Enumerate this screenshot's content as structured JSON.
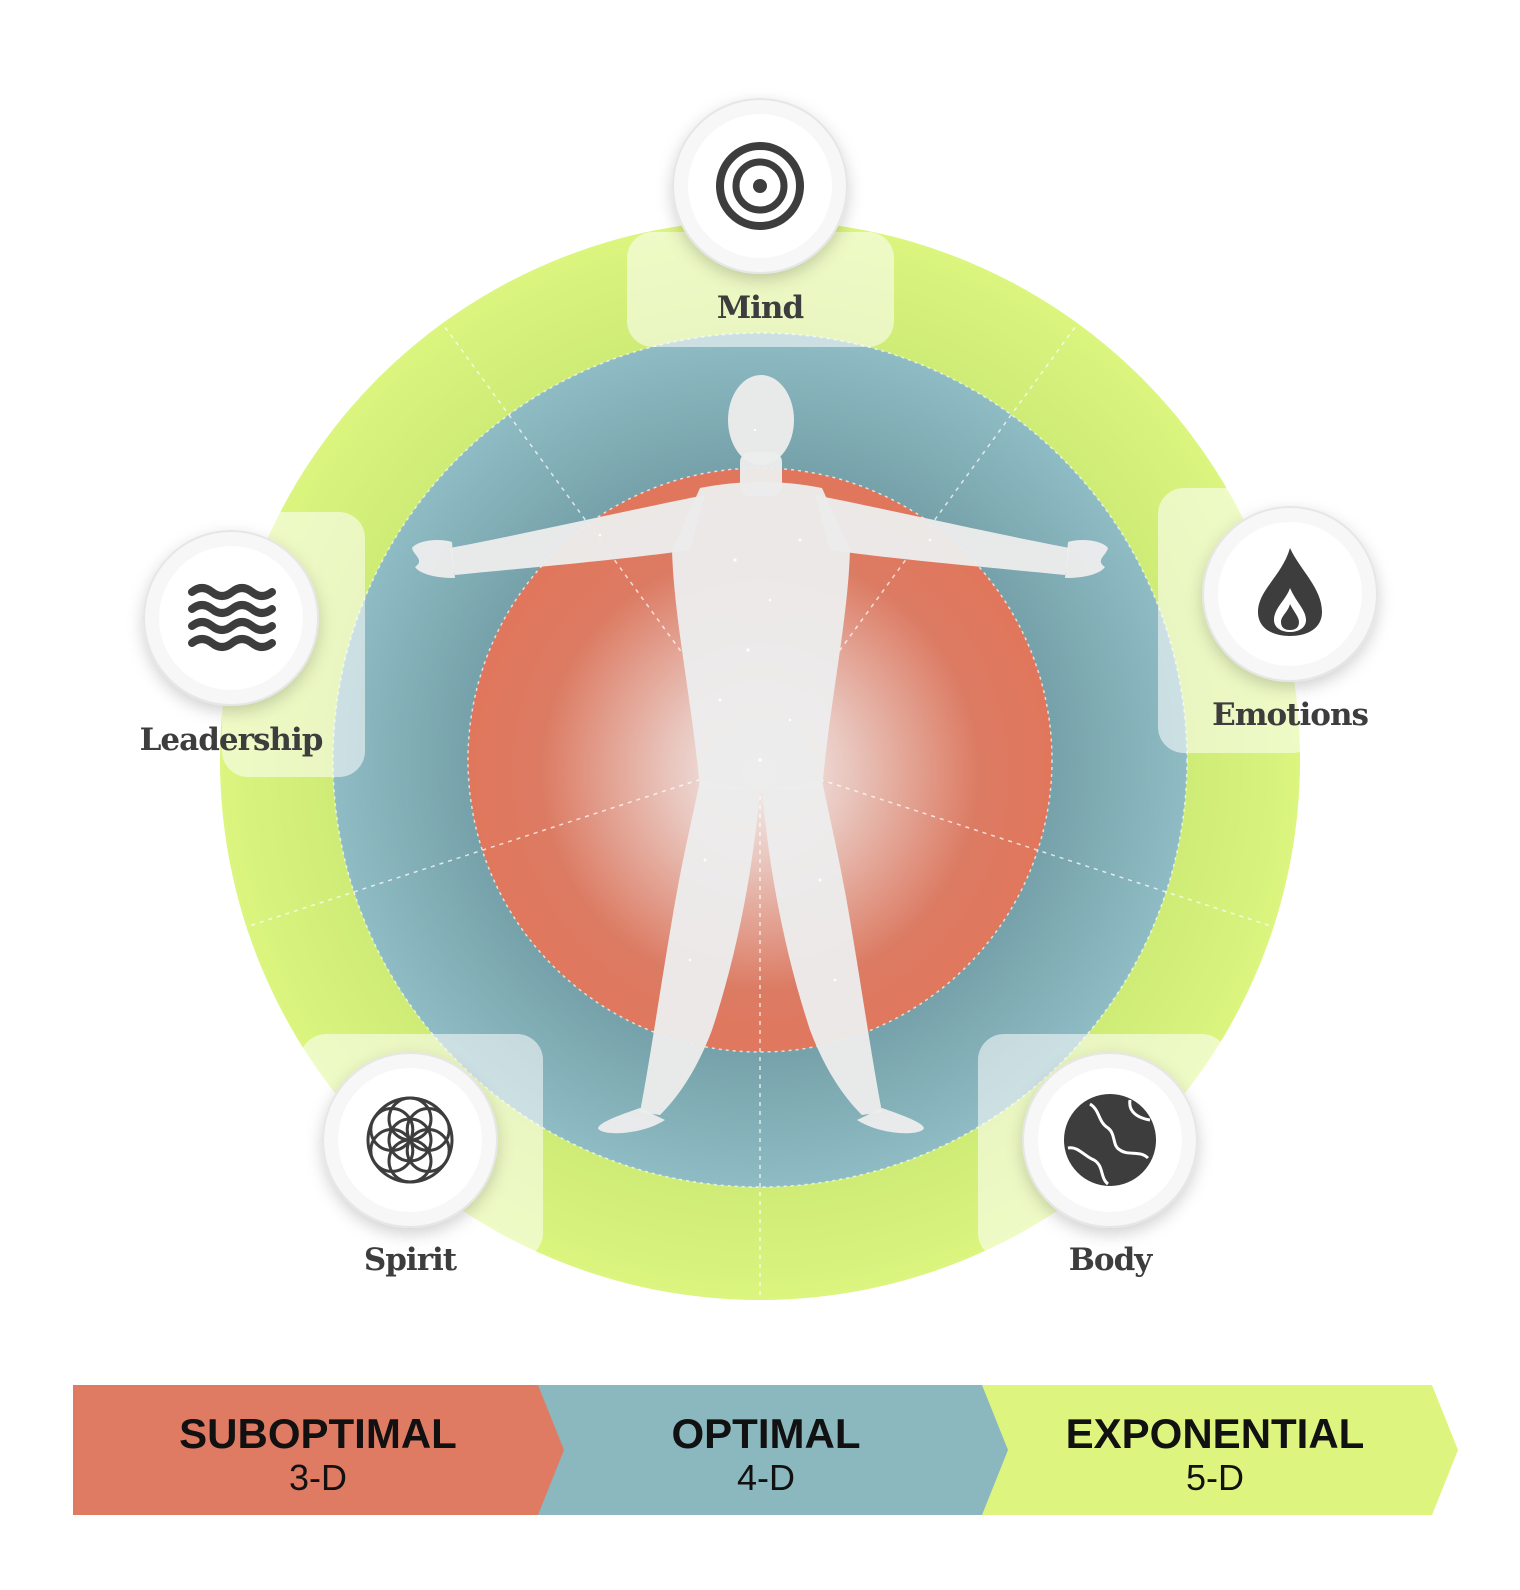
{
  "dimensions": [
    {
      "label": "Mind",
      "icon": "spiral-icon"
    },
    {
      "label": "Emotions",
      "icon": "flame-icon"
    },
    {
      "label": "Body",
      "icon": "globe-icon"
    },
    {
      "label": "Spirit",
      "icon": "flower-of-life-icon"
    },
    {
      "label": "Leadership",
      "icon": "waves-icon"
    }
  ],
  "levels": [
    {
      "title": "SUBOPTIMAL",
      "sub": "3-D",
      "color": "#e07b63"
    },
    {
      "title": "OPTIMAL",
      "sub": "4-D",
      "color": "#8bb7bf"
    },
    {
      "title": "EXPONENTIAL",
      "sub": "5-D",
      "color": "#ddf57e"
    }
  ],
  "colors": {
    "outer_ring": "#d8f27d",
    "middle_ring": "#86b0b8",
    "inner_circle": "#e0775c",
    "figure": "#ededed",
    "icon": "#3d3d3d"
  }
}
